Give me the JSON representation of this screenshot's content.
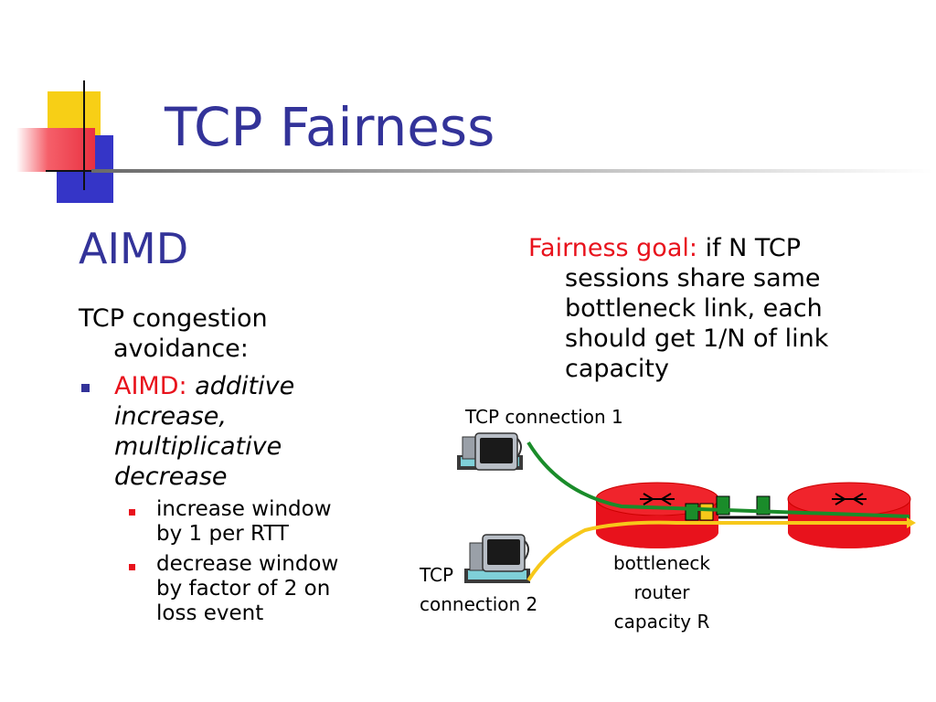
{
  "title": "TCP Fairness",
  "left": {
    "heading": "AIMD",
    "lead_line1": "TCP congestion",
    "lead_line2": "avoidance:",
    "bullet_prefix": "AIMD:",
    "bullet_lines": [
      "additive",
      "increase,",
      "multiplicative",
      "decrease"
    ],
    "subbullets": [
      {
        "lines": [
          "increase window",
          "by 1 per RTT"
        ]
      },
      {
        "lines": [
          "decrease window",
          "by factor of 2 on",
          "loss event"
        ]
      }
    ]
  },
  "right": {
    "goal_prefix": "Fairness goal:",
    "goal_first": "if N TCP",
    "goal_lines": [
      "sessions share same",
      "bottleneck link, each",
      "should get 1/N of link",
      "capacity"
    ]
  },
  "diagram": {
    "connection1": "TCP connection 1",
    "connection2_line1": "TCP",
    "connection2_line2": "connection 2",
    "router_lines": [
      "bottleneck",
      "router",
      "capacity R"
    ],
    "colors": {
      "connection1": "#1a8c2a",
      "connection2": "#f7c81a",
      "router": "#e8121c"
    }
  }
}
